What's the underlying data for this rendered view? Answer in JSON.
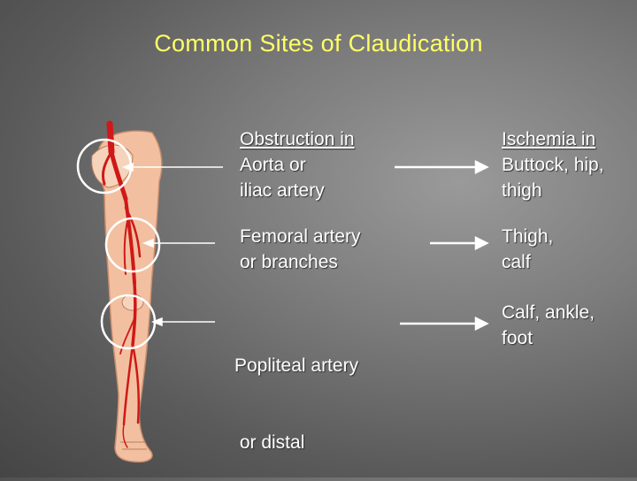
{
  "title": "Common Sites of Claudication",
  "rows": [
    {
      "obstruction": [
        "Obstruction in",
        "Aorta or",
        "iliac artery"
      ],
      "ischemia": [
        "Ischemia in",
        "Buttock, hip,",
        "thigh"
      ]
    },
    {
      "obstruction": [
        "Femoral artery",
        "or branches"
      ],
      "ischemia": [
        "Thigh,",
        "calf"
      ]
    },
    {
      "obstruction": [
        "Popliteal artery",
        " or distal"
      ],
      "ischemia": [
        "Calf, ankle,",
        "foot"
      ]
    }
  ],
  "colors": {
    "title": "#ffff66",
    "artery": "#d01818",
    "skin": "#f2c0a0",
    "text": "#ffffff"
  }
}
